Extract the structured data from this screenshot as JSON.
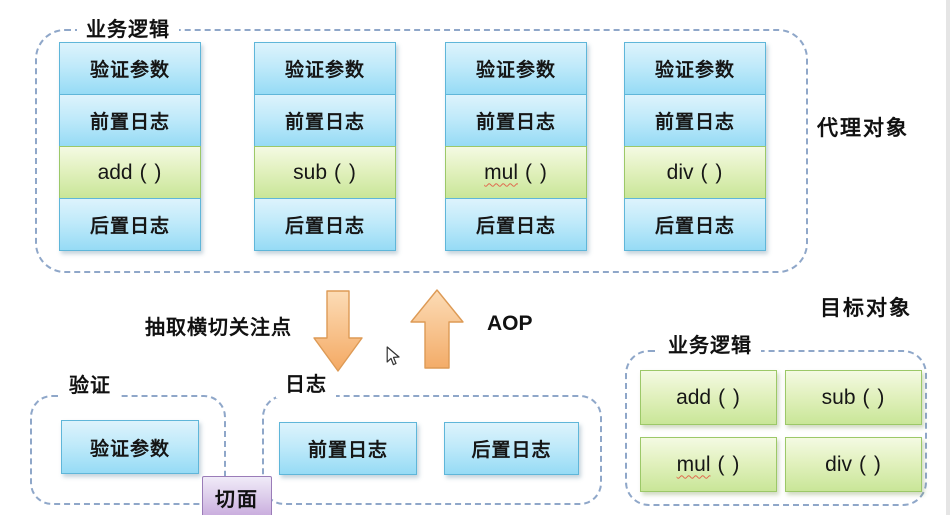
{
  "proxy_group": {
    "title": "业务逻辑",
    "side_label": "代理对象",
    "columns": [
      {
        "validate": "验证参数",
        "before_log": "前置日志",
        "method_name": "add",
        "method_paren": "( )",
        "after_log": "后置日志"
      },
      {
        "validate": "验证参数",
        "before_log": "前置日志",
        "method_name": "sub",
        "method_paren": "( )",
        "after_log": "后置日志"
      },
      {
        "validate": "验证参数",
        "before_log": "前置日志",
        "method_name": "mul",
        "method_paren": "( )",
        "after_log": "后置日志"
      },
      {
        "validate": "验证参数",
        "before_log": "前置日志",
        "method_name": "div",
        "method_paren": "( )",
        "after_log": "后置日志"
      }
    ]
  },
  "middle": {
    "extract_label": "抽取横切关注点",
    "aop_label": "AOP"
  },
  "validation_group": {
    "title": "验证",
    "validate_box": "验证参数"
  },
  "logging_group": {
    "title": "日志",
    "before_box": "前置日志",
    "after_box": "后置日志"
  },
  "aspect_tag": "切面",
  "target_group": {
    "side_label": "目标对象",
    "title": "业务逻辑",
    "methods": [
      {
        "name": "add",
        "paren": "( )"
      },
      {
        "name": "sub",
        "paren": "( )"
      },
      {
        "name": "mul",
        "paren": "( )"
      },
      {
        "name": "div",
        "paren": "( )"
      }
    ]
  },
  "colors": {
    "box_blue_top": "#ddf3fc",
    "box_blue_bottom": "#96dbf5",
    "box_blue_border": "#5fb6d9",
    "box_green_top": "#f4fae3",
    "box_green_bottom": "#c9e698",
    "box_green_border": "#9cc868",
    "aspect_purple_top": "#f0ebf8",
    "aspect_purple_bottom": "#c8abdd",
    "aspect_purple_border": "#9a7cb8",
    "arrow_orange_light": "#fcd9b0",
    "arrow_orange_dark": "#f4a963",
    "arrow_orange_border": "#dd9a55",
    "dashed_border": "#8fa7c9",
    "misspell_underline": "#e06a4e"
  }
}
